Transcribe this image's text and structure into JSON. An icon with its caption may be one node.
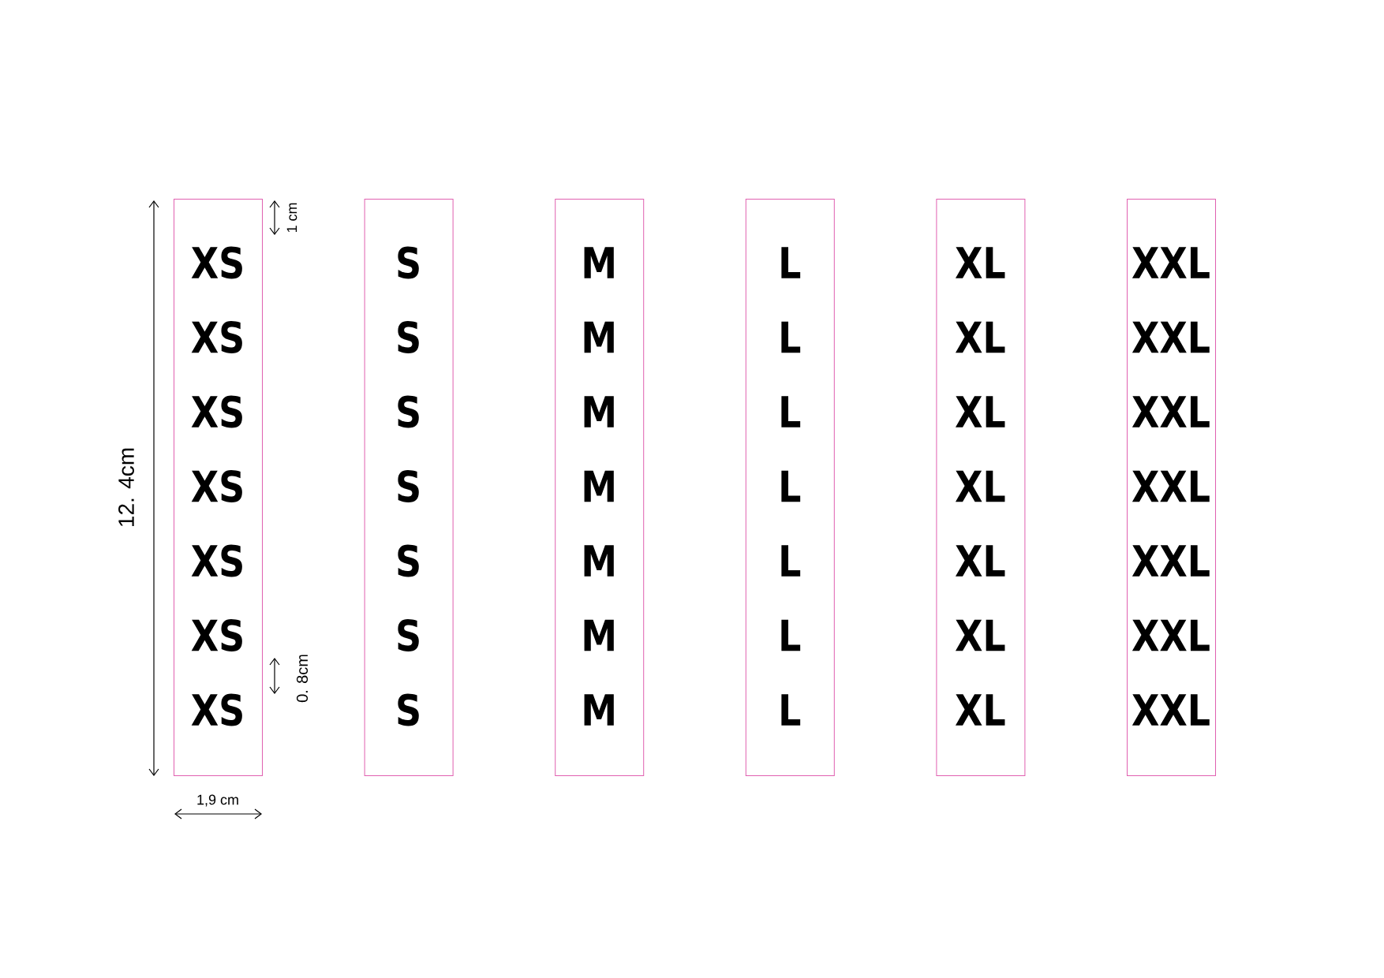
{
  "diagram": {
    "nodes": [
      {
        "text": [
          "XS",
          "XS",
          "XS",
          "XS",
          "XS",
          "XS",
          "XS"
        ]
      },
      {
        "text": [
          "S",
          "S",
          "S",
          "S",
          "S",
          "S",
          "S"
        ]
      },
      {
        "text": [
          "M",
          "M",
          "M",
          "M",
          "M",
          "M",
          "M"
        ]
      },
      {
        "text": [
          "L",
          "L",
          "L",
          "L",
          "L",
          "L",
          "L"
        ]
      },
      {
        "text": [
          "XL",
          "XL",
          "XL",
          "XL",
          "XL",
          "XL",
          "XL"
        ]
      },
      {
        "text": [
          "XXL",
          "XXL",
          "XXL",
          "XXL",
          "XXL",
          "XXL",
          "XXL"
        ]
      }
    ],
    "labels": [
      "12. 4cm",
      "1 cm",
      "0. 8cm",
      "1,9 cm"
    ]
  }
}
